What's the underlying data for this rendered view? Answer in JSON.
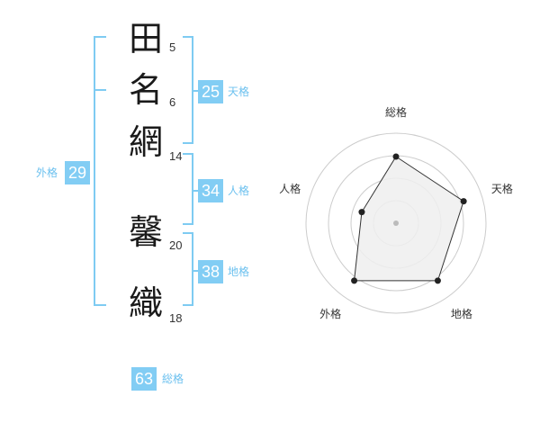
{
  "name": {
    "characters": [
      {
        "char": "田",
        "strokes": "5"
      },
      {
        "char": "名",
        "strokes": "6"
      },
      {
        "char": "網",
        "strokes": "14"
      },
      {
        "char": "馨",
        "strokes": "20"
      },
      {
        "char": "織",
        "strokes": "18"
      }
    ]
  },
  "fortune": {
    "tenkaku": {
      "value": "25",
      "label": "天格"
    },
    "jinkaku": {
      "value": "34",
      "label": "人格"
    },
    "chikaku": {
      "value": "38",
      "label": "地格"
    },
    "gaikaku": {
      "value": "29",
      "label": "外格"
    },
    "soukaku": {
      "value": "63",
      "label": "総格"
    }
  },
  "chart_data": {
    "type": "radar",
    "axes": [
      "総格",
      "天格",
      "地格",
      "外格",
      "人格"
    ],
    "values": [
      0.74,
      0.79,
      0.79,
      0.79,
      0.4
    ],
    "range": [
      0,
      1
    ],
    "rings": 4,
    "colors": {
      "fill": "#eeeeee",
      "stroke": "#333333",
      "ring": "#cccccc",
      "center": "#bbbbbb"
    }
  },
  "colors": {
    "accent": "#82cdf4",
    "bracket": "#7ecbf2"
  }
}
